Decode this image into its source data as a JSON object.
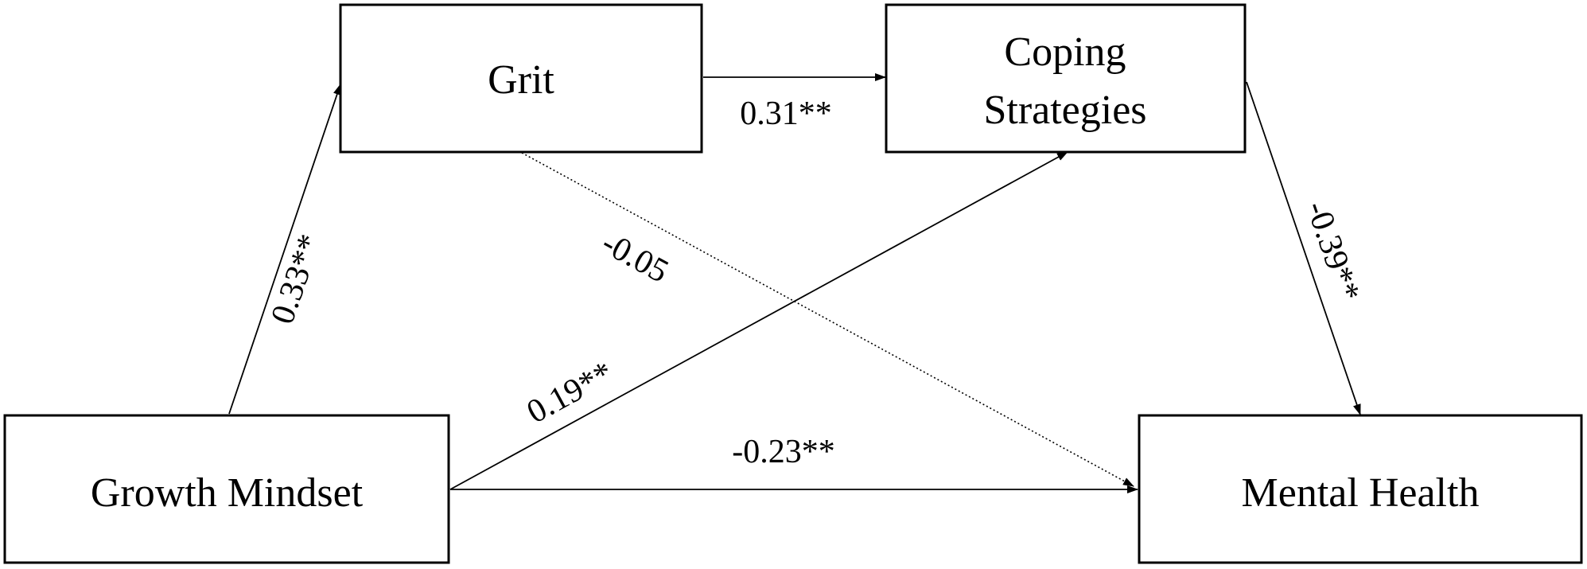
{
  "nodes": {
    "grit": {
      "label": "Grit"
    },
    "coping": {
      "label_line1": "Coping",
      "label_line2": "Strategies"
    },
    "growth": {
      "label": "Growth Mindset"
    },
    "mental": {
      "label": "Mental Health"
    }
  },
  "paths": {
    "growth_to_grit": {
      "coefficient": "0.33**",
      "significant": true
    },
    "grit_to_coping": {
      "coefficient": "0.31**",
      "significant": true
    },
    "grit_to_mental": {
      "coefficient": "-0.05",
      "significant": false
    },
    "growth_to_coping": {
      "coefficient": "0.19**",
      "significant": true
    },
    "growth_to_mental": {
      "coefficient": "-0.23**",
      "significant": true
    },
    "coping_to_mental": {
      "coefficient": "-0.39**",
      "significant": true
    }
  },
  "colors": {
    "line": "#000000",
    "background": "#ffffff"
  }
}
